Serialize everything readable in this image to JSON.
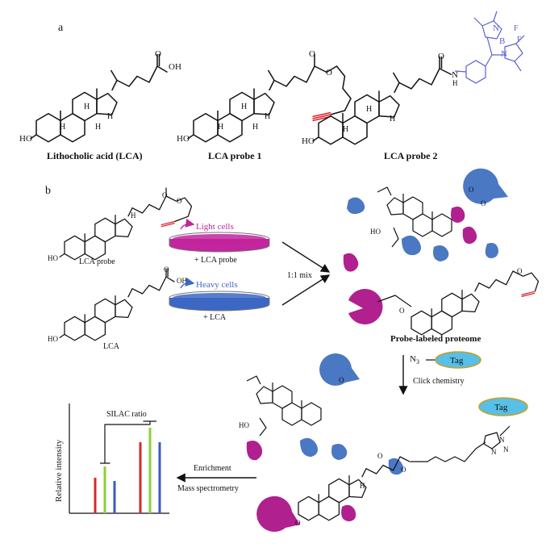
{
  "panel_a": {
    "label": "a",
    "lca_caption": "Lithocholic acid (LCA)",
    "probe1_caption": "LCA  probe 1",
    "probe2_caption": "LCA  probe 2",
    "atoms": {
      "oh": "OH",
      "ho": "HO",
      "o": "O",
      "h": "H",
      "n": "N",
      "b": "B",
      "f": "F",
      "hn": "H"
    }
  },
  "panel_b": {
    "label": "b",
    "lca_probe_caption": "LCA  probe",
    "lca_caption": "LCA",
    "light_cells": "Light cells",
    "heavy_cells": "Heavy cells",
    "plus_probe": "+ LCA probe",
    "plus_lca": "+ LCA",
    "mix": "1:1 mix",
    "proteome": "Probe-labeled proteome",
    "azide": "N",
    "azide_sub": "3",
    "tag": "Tag",
    "click": "Click chemistry",
    "enrichment": "Enrichment",
    "mass_spec": "Mass spectrometry",
    "silac": "SILAC ratio",
    "ylabel": "Relative intensity",
    "atoms": {
      "oh": "OH",
      "ho": "HO",
      "o": "O",
      "h": "H",
      "n": "N"
    }
  },
  "colors": {
    "light_dish": "#c2259d",
    "heavy_dish": "#3d67c4",
    "protein_blue": "#4a78c2",
    "protein_magenta": "#b0208e",
    "tag_fill": "#58bfe6",
    "tag_stroke": "#c9a020",
    "peak_red": "#d42a2a",
    "peak_green": "#8ccf3a",
    "peak_blue": "#3a5bbf"
  }
}
